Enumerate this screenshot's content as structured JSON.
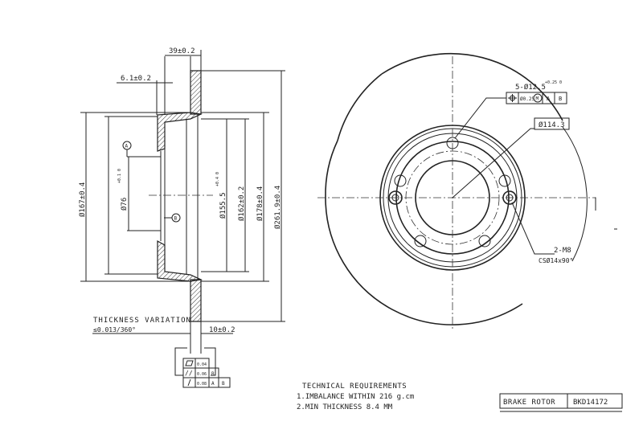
{
  "drawing": {
    "dimensions": {
      "width_39": "39±0.2",
      "offset_6_1": "6.1±0.2",
      "dia_167": "Ø167±0.4",
      "dia_76": "Ø76",
      "dia_76_tol": "+0.1 0",
      "dia_155_5": "Ø155.5",
      "dia_155_5_tol": "+0.4 0",
      "dia_162": "Ø162±0.2",
      "dia_178": "Ø178±0.4",
      "dia_261_9": "Ø261.9±0.4",
      "thickness_10": "10±0.2",
      "holes": "5-Ø12.5",
      "holes_tol": "+0.25 0",
      "pcd": "Ø114.3",
      "thread": "2-M8",
      "countersink": "CSØ14x90°"
    },
    "datums": {
      "a": "A",
      "b": "B"
    },
    "position_frame": [
      "Ø0.25",
      "M",
      "A",
      "B"
    ],
    "thickness_variation": {
      "label": "THICKNESS VARIATION",
      "value": "≤0.013/360°"
    },
    "tolerance_frame": [
      {
        "value": "0.04",
        "refs": []
      },
      {
        "value": "0.06",
        "refs": [
          "B"
        ]
      },
      {
        "value": "0.08",
        "refs": [
          "A",
          "B"
        ]
      }
    ],
    "technical_requirements": {
      "title": "TECHNICAL REQUIREMENTS",
      "items": [
        "1.IMBALANCE WITHIN 216 g.cm",
        "2.MIN THICKNESS 8.4 MM"
      ]
    },
    "title_block": {
      "name": "BRAKE ROTOR",
      "part_number": "BKD14172"
    }
  }
}
